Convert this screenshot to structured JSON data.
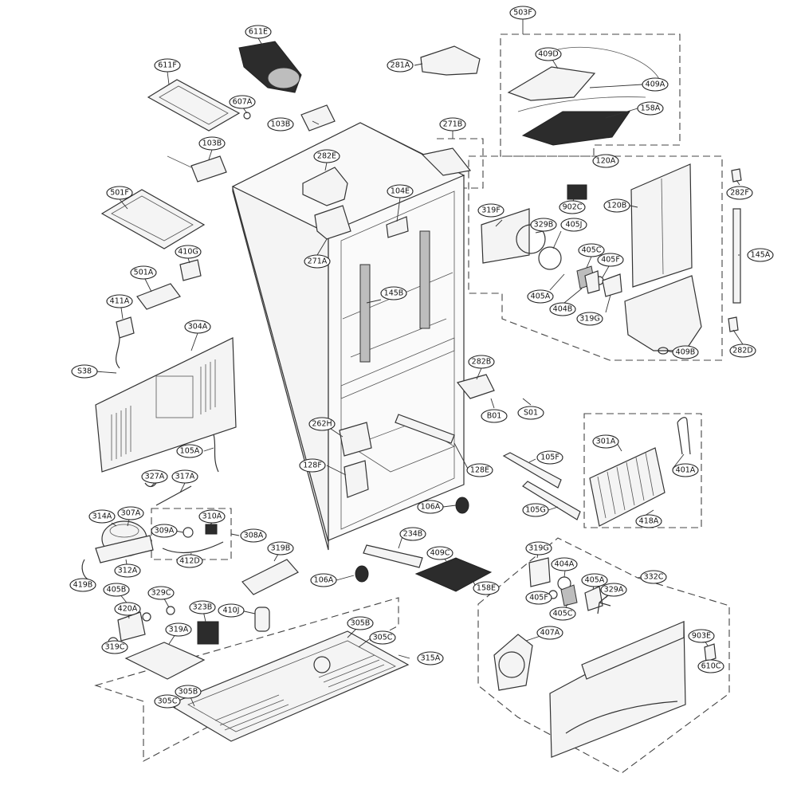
{
  "labels": [
    "503F",
    "409D",
    "409A",
    "158A",
    "281A",
    "611E",
    "611F",
    "607A",
    "103B",
    "103B",
    "271B",
    "282E",
    "501F",
    "104E",
    "120A",
    "282F",
    "902C",
    "319F",
    "329B",
    "405J",
    "120B",
    "405C",
    "405F",
    "145A",
    "410G",
    "271A",
    "405A",
    "404B",
    "319G",
    "501A",
    "411A",
    "145B",
    "409B",
    "282D",
    "304A",
    "S38",
    "282B",
    "B01",
    "S01",
    "262H",
    "105A",
    "128F",
    "128E",
    "105F",
    "301A",
    "401A",
    "327A",
    "317A",
    "106A",
    "105G",
    "418A",
    "314A",
    "307A",
    "310A",
    "309A",
    "308A",
    "234B",
    "412D",
    "319B",
    "312A",
    "319G",
    "409C",
    "106A",
    "158E",
    "404A",
    "332C",
    "419B",
    "405A",
    "329A",
    "405B",
    "405F",
    "329C",
    "420A",
    "323B",
    "410J",
    "405C",
    "407A",
    "319A",
    "305B",
    "305C",
    "315A",
    "903E",
    "319C",
    "610C",
    "305B",
    "305C"
  ]
}
